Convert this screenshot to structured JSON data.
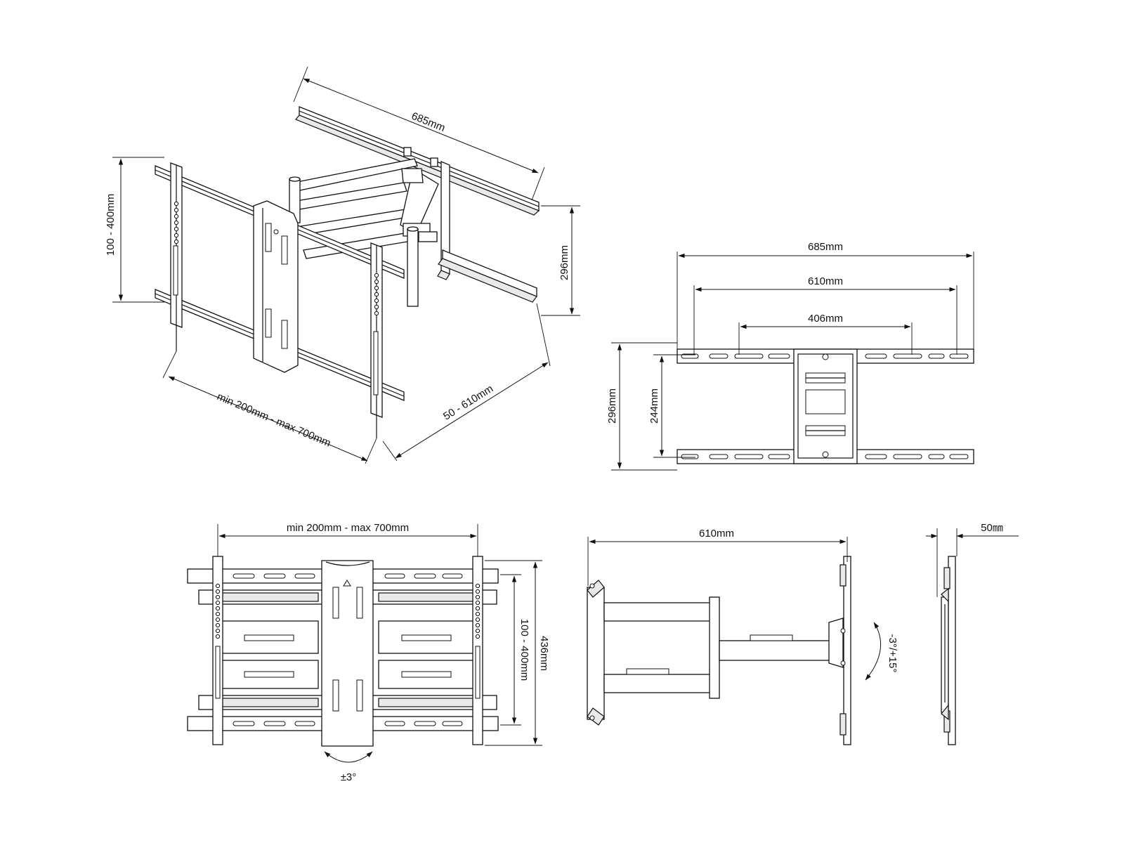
{
  "dimensions": {
    "iso_top_width": "685mm",
    "iso_vertical_left": "100 - 400mm",
    "iso_depth_right": "296mm",
    "iso_bottom_span": "min 200mm - max 700mm",
    "iso_extension": "50 - 610mm",
    "wall_plate_width": "685mm",
    "wall_plate_mid": "610mm",
    "wall_plate_inner": "406mm",
    "wall_plate_outer_height": "296mm",
    "wall_plate_inner_height": "244mm",
    "front_span": "min 200mm - max 700mm",
    "front_vertical": "100 - 400mm",
    "front_height": "436mm",
    "front_swivel": "±3°",
    "side_extension": "610mm",
    "side_tilt": "-3°/+15°",
    "profile_depth": "50㎜"
  }
}
